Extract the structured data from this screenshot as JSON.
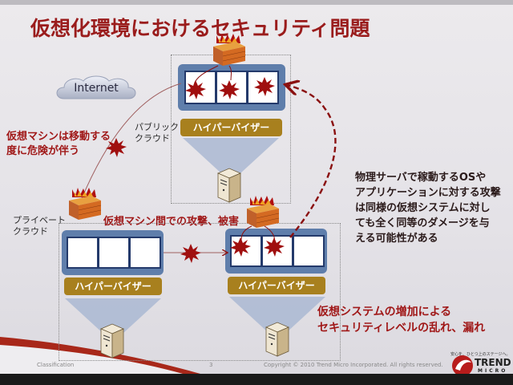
{
  "slide": {
    "title": "仮想化環境におけるセキュリティ問題",
    "internet_label": "Internet",
    "public_cloud_label_1": "パブリック",
    "public_cloud_label_2": "クラウド",
    "private_cloud_label_1": "プライベート",
    "private_cloud_label_2": "クラウド",
    "vm_migration_risk_1": "仮想マシンは移動する",
    "vm_migration_risk_2": "度に危険が伴う",
    "inter_vm_attack": "仮想マシン間での攻撃、被害",
    "hypervisor_label": "ハイパーバイザー",
    "statement_lines": [
      "物理サーバで稼動するOSや",
      "アプリケーションに対する攻撃",
      "は同様の仮想システムに対し",
      "ても全く同等のダメージを与",
      "える可能性がある"
    ],
    "bottom_lines": [
      "仮想システムの増加による",
      "セキュリティレベルの乱れ、漏れ"
    ]
  },
  "footer": {
    "classification": "Classification",
    "page_number": "3",
    "copyright": "Copyright © 2010 Trend Micro Incorporated. All rights reserved.",
    "tagline": "安心を、ひとつ上のステージへ。",
    "brand_line1": "TREND",
    "brand_line2": "MICRO"
  },
  "colors": {
    "title_red": "#9a1c1c",
    "hypervisor_gold": "#a8801e",
    "vm_frame_blue": "#5f7eab",
    "burst_red": "#a00f0f"
  }
}
